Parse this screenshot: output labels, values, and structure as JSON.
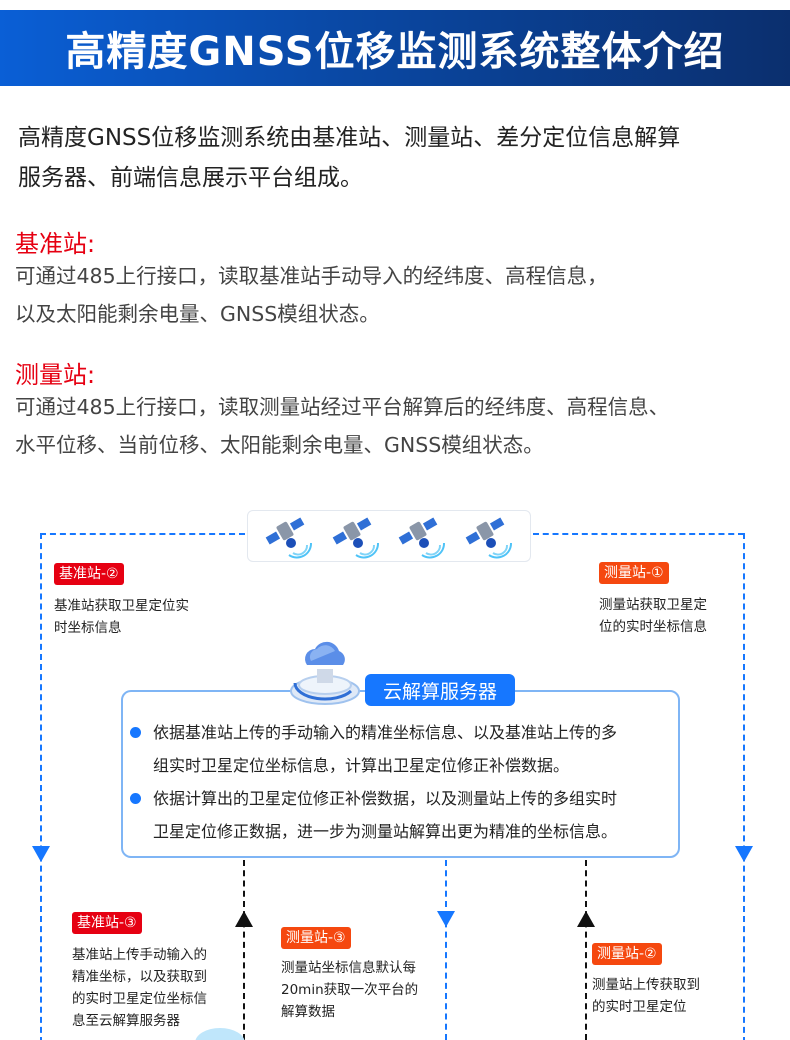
{
  "header": {
    "title": "高精度GNSS位移监测系统整体介绍",
    "gradient_start": "#0a5fd6",
    "gradient_end": "#0b2f6e"
  },
  "intro": {
    "text_line1": "高精度GNSS位移监测系统由基准站、测量站、差分定位信息解算",
    "text_line2": "服务器、前端信息展示平台组成。"
  },
  "sections": [
    {
      "title": "基准站:",
      "line1": "可通过485上行接口，读取基准站手动导入的经纬度、高程信息，",
      "line2": "以及太阳能剩余电量、GNSS模组状态。"
    },
    {
      "title": "测量站:",
      "line1": "可通过485上行接口，读取测量站经过平台解算后的经纬度、高程信息、",
      "line2": "水平位移、当前位移、太阳能剩余电量、GNSS模组状态。"
    }
  ],
  "diagram": {
    "satellites": [
      "satellite-icon",
      "satellite-icon",
      "satellite-icon",
      "satellite-icon"
    ],
    "steps": {
      "base2": {
        "tag": "基准站-②",
        "line1": "基准站获取卫星定位实",
        "line2": "时坐标信息"
      },
      "measure1": {
        "tag": "测量站-①",
        "line1": "测量站获取卫星定",
        "line2": "位的实时坐标信息"
      },
      "base3": {
        "tag": "基准站-③",
        "line1": "基准站上传手动输入的",
        "line2": "精准坐标，以及获取到",
        "line3": "的实时卫星定位坐标信",
        "line4": "息至云解算服务器"
      },
      "measure3": {
        "tag": "测量站-③",
        "line1": "测量站坐标信息默认每",
        "line2": "20min获取一次平台的",
        "line3": "解算数据"
      },
      "measure2": {
        "tag": "测量站-②",
        "line1": "测量站上传获取到",
        "line2": "的实时卫星定位"
      }
    },
    "cloud_server": {
      "label": "云解算服务器",
      "bullets": [
        {
          "line1": "依据基准站上传的手动输入的精准坐标信息、以及基准站上传的多",
          "line2": "组实时卫星定位坐标信息，计算出卫星定位修正补偿数据。"
        },
        {
          "line1": "依据计算出的卫星定位修正补偿数据，以及测量站上传的多组实时",
          "line2": "卫星定位修正数据，进一步为测量站解算出更为精准的坐标信息。"
        }
      ]
    },
    "colors": {
      "accent_blue": "#1677ff",
      "tag_red": "#e60012",
      "tag_orange": "#f5480f",
      "section_red": "#e60012"
    }
  }
}
